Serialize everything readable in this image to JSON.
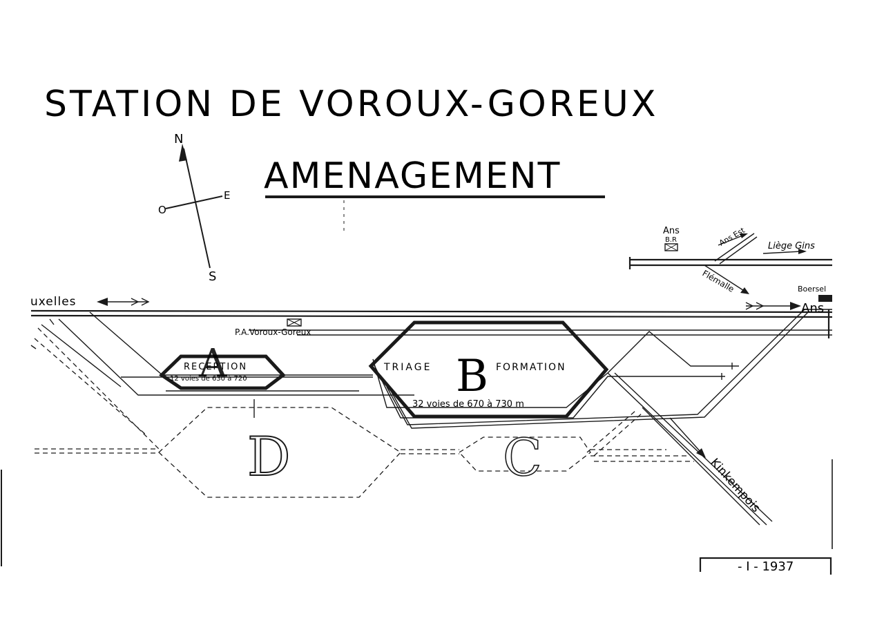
{
  "title": "STATION DE VOROUX-GOREUX",
  "subtitle": "AMENAGEMENT",
  "compass": {
    "north": "N",
    "south": "S",
    "east": "E",
    "west": "O"
  },
  "labels": {
    "bruxelles": "uxelles",
    "ans_br": "Ans",
    "ans_br_sub": "B.R",
    "ans_est": "Ans Est",
    "liege": "Liège Gins",
    "flemalle": "Flémalle",
    "boersel": "Boersel",
    "ans": "Ans",
    "pa": "P.A.Voroux-Goreux",
    "kinkempois": "Kinkempois"
  },
  "yards": {
    "a": {
      "letter": "A",
      "name": "RECEPTION",
      "detail": "12 voies  de 630 à 720"
    },
    "b": {
      "letter": "B",
      "left": "TRIAGE",
      "right": "FORMATION",
      "detail": "32 voies de 670 à 730 m"
    },
    "c": {
      "letter": "C"
    },
    "d": {
      "letter": "D"
    }
  },
  "date": "- I - 1937"
}
